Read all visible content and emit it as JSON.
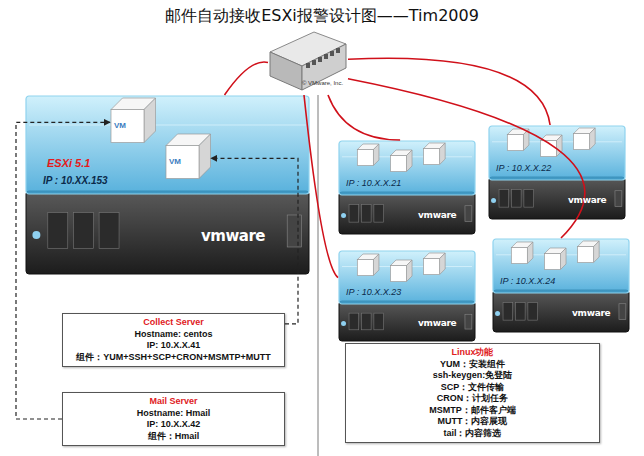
{
  "diagram": {
    "title": "邮件自动接收ESXi报警设计图——Tim2009",
    "nodes": [
      {
        "text": [
          "© VMware, Inc."
        ]
      },
      {
        "text": [
          "ESXi 5.1",
          "IP : 10.XX.153"
        ]
      },
      {
        "text": [
          "VM"
        ],
        "in": 1
      },
      {
        "text": [
          "VM"
        ],
        "in": 1
      },
      {
        "text": [
          "IP : 10.X.X.21"
        ]
      },
      {
        "text": [
          "IP : 10.X.X.22"
        ]
      },
      {
        "text": [
          "IP : 10.X.X.23"
        ]
      },
      {
        "text": [
          "IP : 10.X.X.24"
        ]
      },
      {
        "text": [
          "Collect Server",
          "Hostname: centos",
          "IP: 10.X.X.41",
          "组件：YUM+SSH+SCP+CRON+MSMTP+MUTT"
        ]
      },
      {
        "text": [
          "Mail Server",
          "Hostname: Hmail",
          "IP: 10.X.X.42",
          "组件：Hmail"
        ]
      },
      {
        "text": [
          "Linux功能",
          "YUM：安装组件",
          "ssh-keygen:免登陆",
          "SCP：文件传输",
          "CRON：计划任务",
          "MSMTP：邮件客户端",
          "MUTT：内容展现",
          "tail：内容筛选"
        ]
      }
    ],
    "edges": [
      {
        "from": 0,
        "to": 1,
        "arrow": "none"
      },
      {
        "from": 0,
        "to": 4,
        "arrow": "none"
      },
      {
        "from": 0,
        "to": 5,
        "arrow": "none"
      },
      {
        "from": 0,
        "to": 6,
        "arrow": "none"
      },
      {
        "from": 0,
        "to": 7,
        "arrow": "none"
      },
      {
        "from": 8,
        "to": 3,
        "arrow": "to"
      },
      {
        "from": 9,
        "to": 2,
        "arrow": "to"
      }
    ],
    "labels": [
      "vmware",
      "vmware",
      "vmware",
      "vmware",
      "vmware"
    ]
  }
}
